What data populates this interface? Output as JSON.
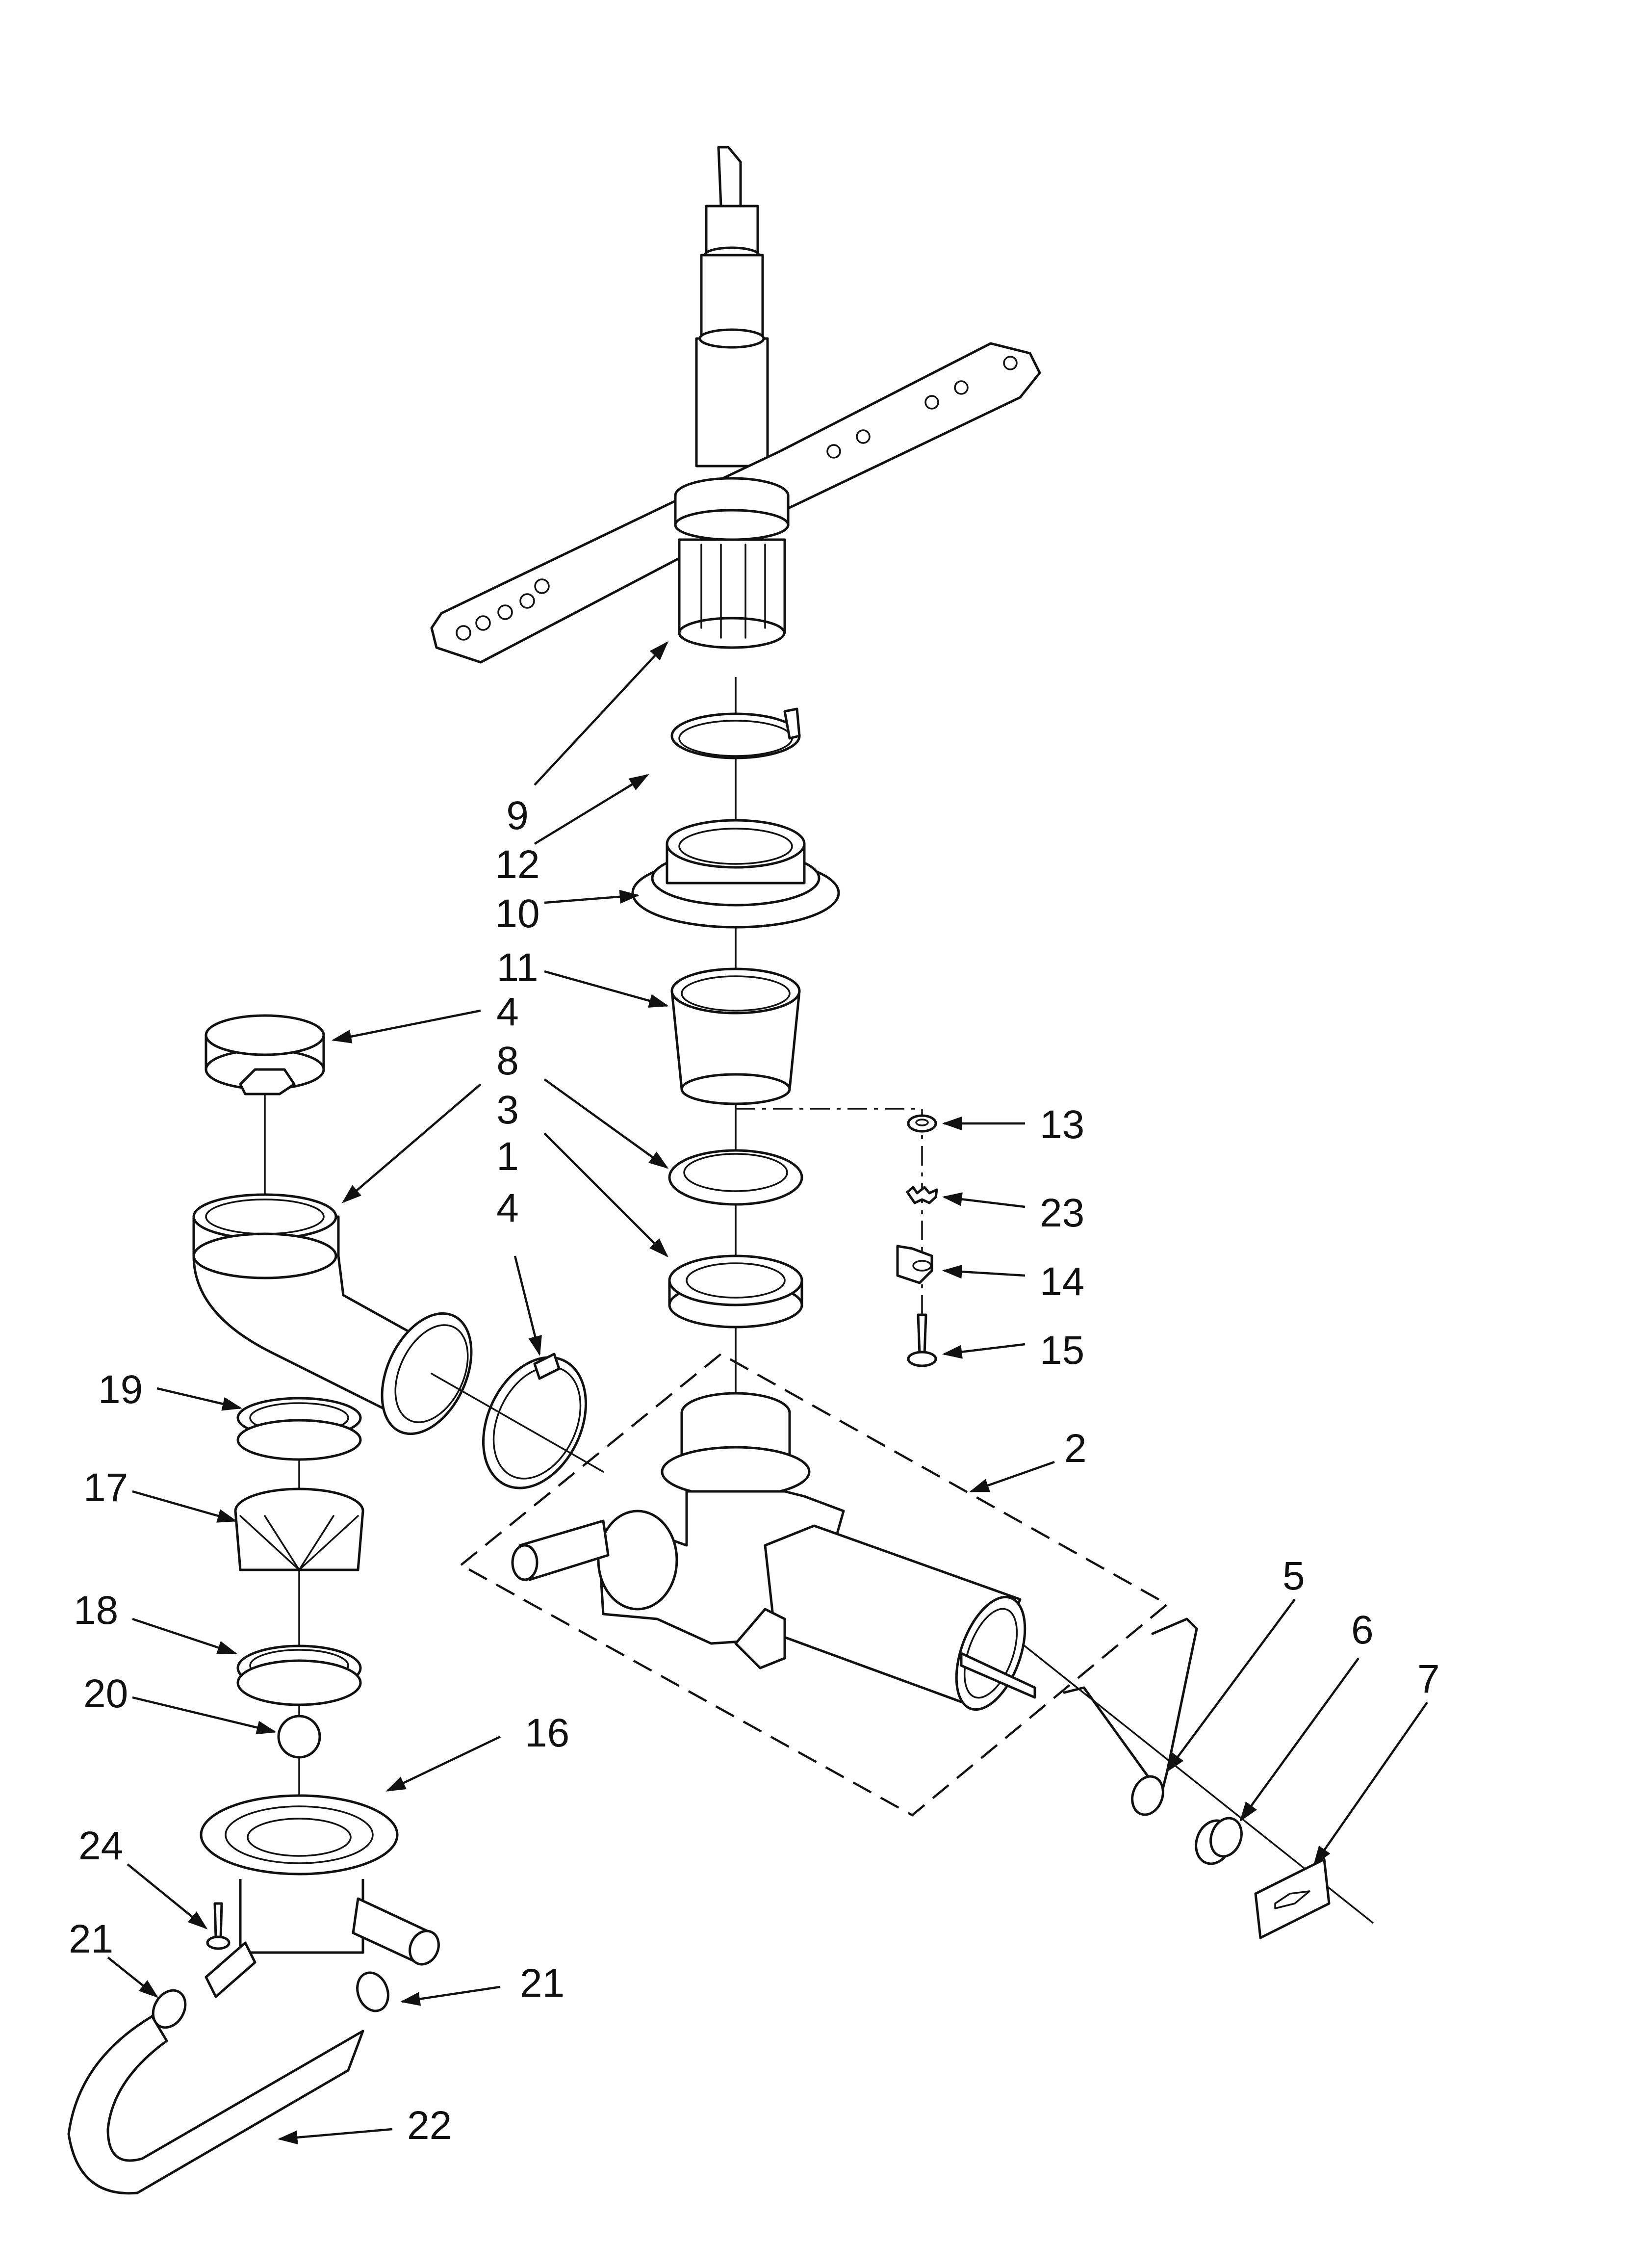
{
  "diagram": {
    "type": "exploded-parts-diagram",
    "callouts": [
      "9",
      "12",
      "10",
      "11",
      "4",
      "8",
      "3",
      "1",
      "4",
      "13",
      "23",
      "14",
      "15",
      "2",
      "19",
      "17",
      "18",
      "20",
      "16",
      "24",
      "21",
      "21",
      "22",
      "5",
      "6",
      "7"
    ]
  }
}
